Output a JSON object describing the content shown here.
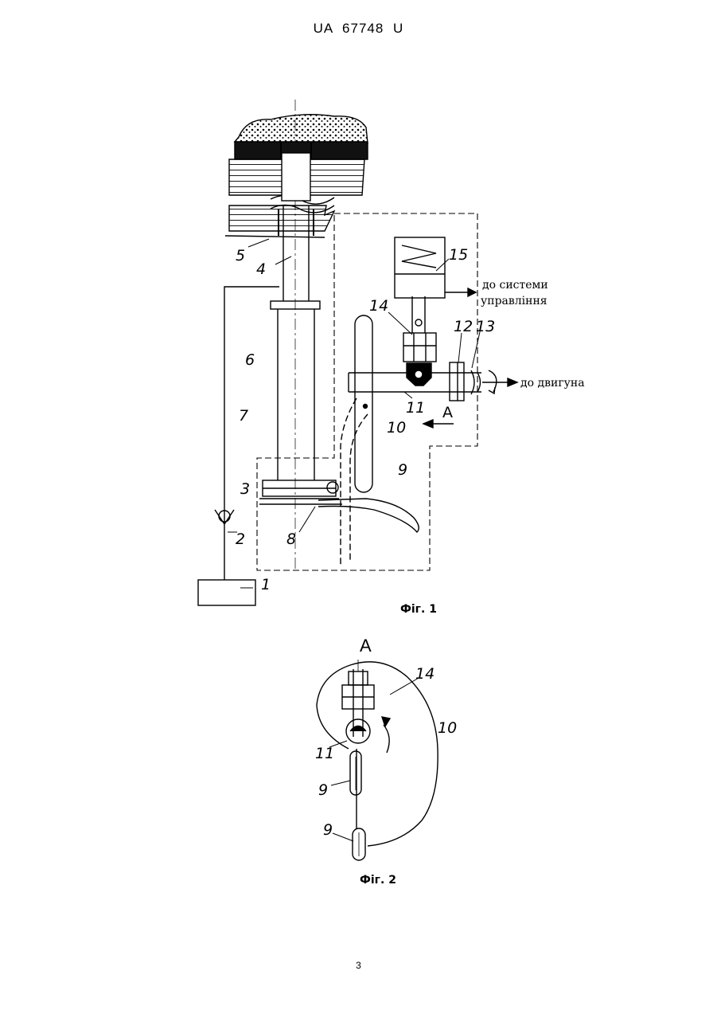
{
  "header": {
    "doc_number": "UA   67748   U"
  },
  "figure1": {
    "caption": "Фіг. 1",
    "labels": [
      "1",
      "2",
      "3",
      "4",
      "5",
      "6",
      "7",
      "8",
      "9",
      "10",
      "11",
      "12",
      "13",
      "14",
      "15"
    ],
    "view_marker": "А",
    "annotations": {
      "to_control": "до системи",
      "to_control_2": "управління",
      "to_motor": "до двигуна"
    }
  },
  "figure2": {
    "caption": "Фіг. 2",
    "view_title": "А",
    "labels": [
      "14",
      "10",
      "11",
      "9",
      "9"
    ]
  },
  "page_number": "3"
}
